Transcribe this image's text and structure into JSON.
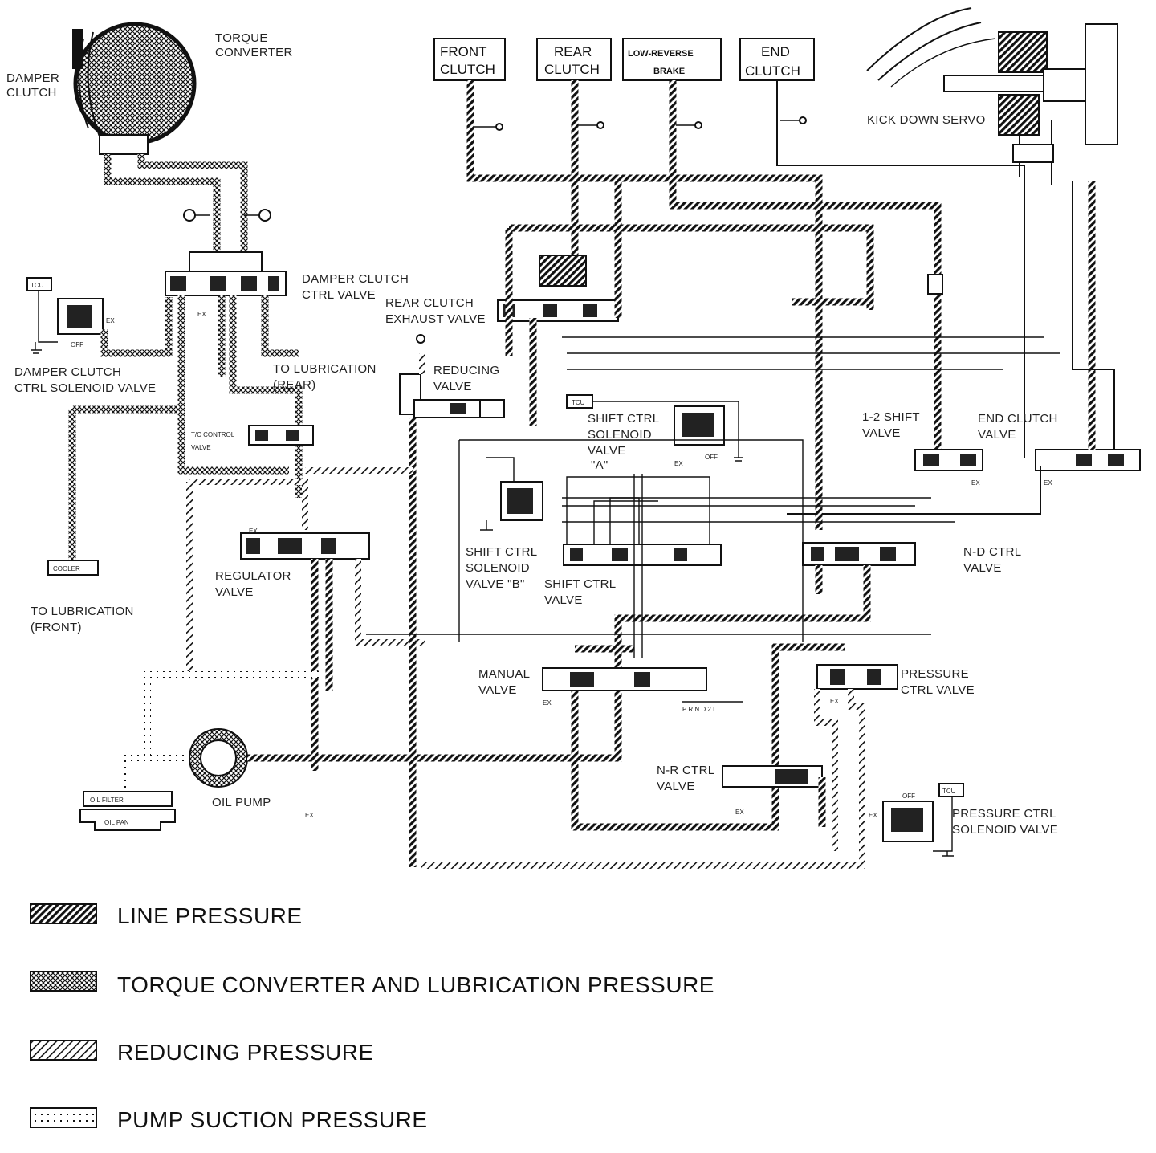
{
  "labels": {
    "torque_converter": [
      "TORQUE",
      "CONVERTER"
    ],
    "damper_clutch": [
      "DAMPER",
      "CLUTCH"
    ],
    "front_clutch": [
      "FRONT",
      "CLUTCH"
    ],
    "rear_clutch": [
      "REAR",
      "CLUTCH"
    ],
    "low_reverse_brake": [
      "LOW-REVERSE",
      "BRAKE"
    ],
    "end_clutch": [
      "END",
      "CLUTCH"
    ],
    "kick_down_servo": "KICK DOWN SERVO",
    "damper_clutch_ctrl_valve": [
      "DAMPER CLUTCH",
      "CTRL VALVE"
    ],
    "rear_clutch_exhaust_valve": [
      "REAR CLUTCH",
      "EXHAUST VALVE"
    ],
    "damper_clutch_ctrl_solenoid_valve": [
      "DAMPER CLUTCH",
      "CTRL SOLENOID VALVE"
    ],
    "to_lubrication_rear": [
      "TO LUBRICATION",
      "(REAR)"
    ],
    "reducing_valve": [
      "REDUCING",
      "VALVE"
    ],
    "tc_control_valve": [
      "T/C CONTROL",
      "VALVE"
    ],
    "shift_ctrl_solenoid_a": [
      "SHIFT CTRL",
      "SOLENOID",
      "VALVE",
      "\"A\""
    ],
    "shift_12_valve": [
      "1-2 SHIFT",
      "VALVE"
    ],
    "end_clutch_valve": [
      "END CLUTCH",
      "VALVE"
    ],
    "regulator_valve": [
      "REGULATOR",
      "VALVE"
    ],
    "cooler": "COOLER",
    "to_lubrication_front": [
      "TO LUBRICATION",
      "(FRONT)"
    ],
    "shift_ctrl_solenoid_b": [
      "SHIFT CTRL",
      "SOLENOID",
      "VALVE \"B\""
    ],
    "shift_ctrl_valve": [
      "SHIFT CTRL",
      "VALVE"
    ],
    "nd_ctrl_valve": [
      "N-D CTRL",
      "VALVE"
    ],
    "manual_valve": [
      "MANUAL",
      "VALVE"
    ],
    "pressure_ctrl_valve": [
      "PRESSURE",
      "CTRL VALVE"
    ],
    "prndl": "P R N D 2 L",
    "nr_ctrl_valve": [
      "N-R CTRL",
      "VALVE"
    ],
    "oil_filter": "OIL FILTER",
    "oil_pan": "OIL PAN",
    "oil_pump": "OIL PUMP",
    "pressure_ctrl_solenoid_valve": [
      "PRESSURE CTRL",
      "SOLENOID VALVE"
    ],
    "tcu": "TCU",
    "off": "OFF",
    "ex": "EX"
  },
  "legend": [
    {
      "pattern": "line",
      "label": "LINE PRESSURE"
    },
    {
      "pattern": "cross",
      "label": "TORQUE CONVERTER AND LUBRICATION PRESSURE"
    },
    {
      "pattern": "reducing",
      "label": "REDUCING PRESSURE"
    },
    {
      "pattern": "suction",
      "label": "PUMP SUCTION PRESSURE"
    }
  ]
}
